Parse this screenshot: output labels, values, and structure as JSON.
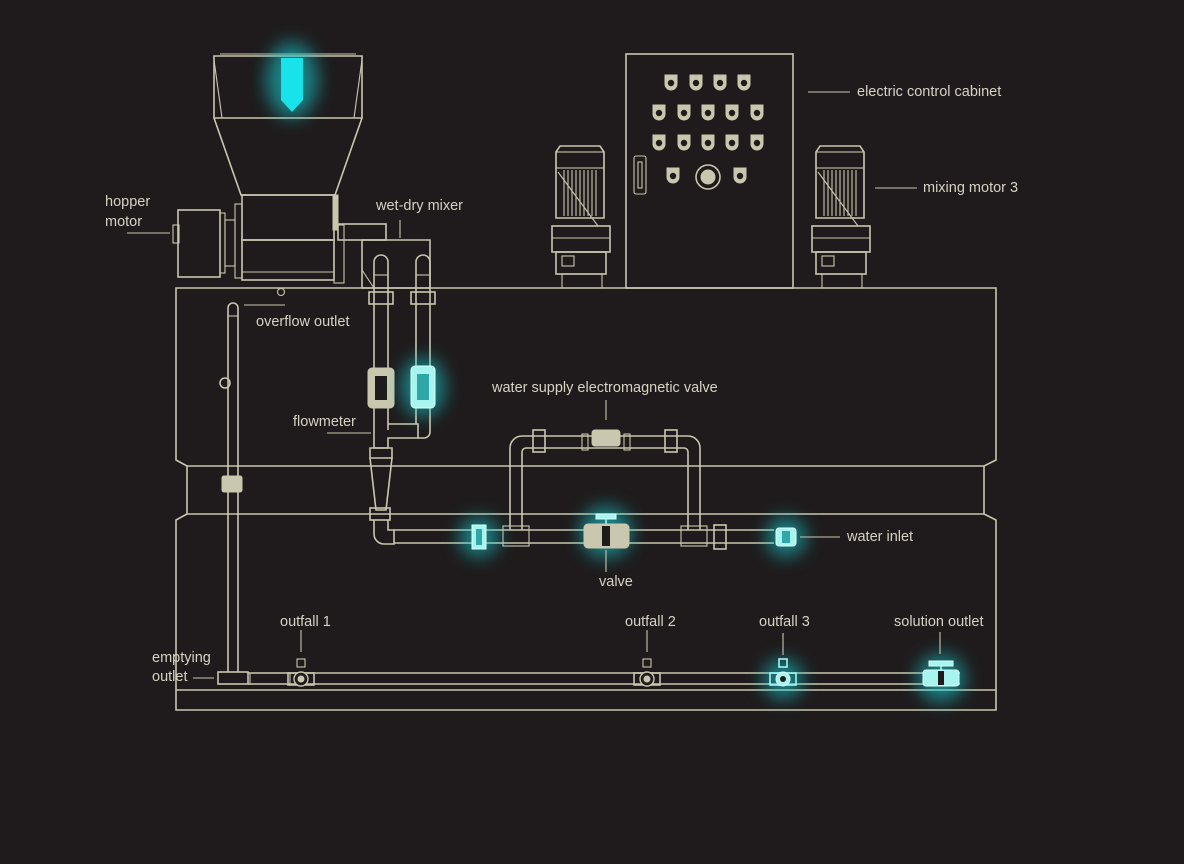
{
  "diagram": {
    "title": "dry powder dosing system schematic",
    "colors": {
      "background": "#1f1a1b",
      "line": "#c9c7ad",
      "label": "#d6d3c4",
      "highlight": "#18e3ea"
    },
    "labels": {
      "hopper_motor_line1": "hopper",
      "hopper_motor_line2": "motor",
      "wet_dry_mixer": "wet-dry mixer",
      "electric_control_cabinet": "electric control cabinet",
      "mixing_motor_3": "mixing motor 3",
      "overflow_outlet": "overflow outlet",
      "flowmeter": "flowmeter",
      "water_supply_valve": "water supply electromagnetic valve",
      "water_inlet": "water inlet",
      "valve": "valve",
      "outfall_1": "outfall 1",
      "outfall_2": "outfall 2",
      "outfall_3": "outfall 3",
      "solution_outlet": "solution outlet",
      "emptying_outlet_line1": "emptying",
      "emptying_outlet_line2": "outlet"
    },
    "highlighted_components": [
      "hopper-feed-arrow",
      "flowmeter-right",
      "inlet-union-left",
      "valve",
      "water-inlet-union",
      "outfall-3",
      "solution-outlet"
    ]
  }
}
